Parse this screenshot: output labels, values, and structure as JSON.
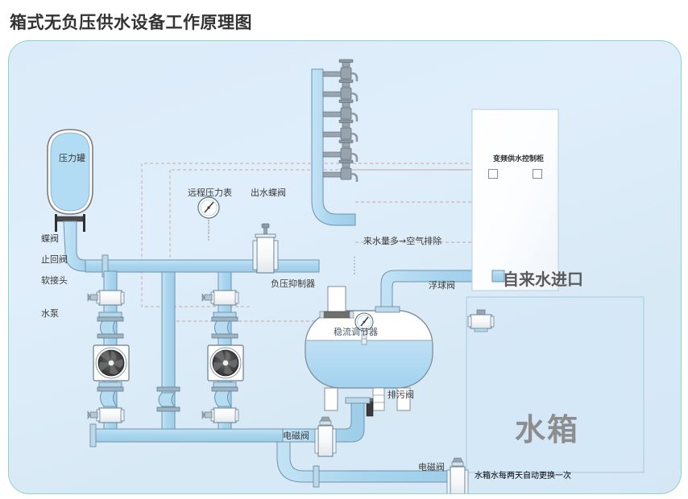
{
  "title": "箱式无负压供水设备工作原理图",
  "colors": {
    "panel_bg": "#dcebf9",
    "panel_border": "#8fd3c8",
    "pipe_fill": "#a9d5ee",
    "pipe_stroke": "#6f93ad",
    "water_fill": "#aedaf2",
    "metal_light": "#fbfcfd",
    "metal_stroke": "#5f7c91",
    "metal_gray": "#8c99a3",
    "dash_line": "#c9a6a6",
    "title_color": "#333333",
    "tank_label": "#8d8d8d",
    "cabinet_fill": "#fdfeff"
  },
  "labels": {
    "pressure_tank": "压力罐",
    "butterfly_valve": "蝶阀",
    "check_valve": "止回阀",
    "flex_joint": "软接头",
    "water_pump": "水泵",
    "remote_gauge": "远程压力表",
    "outlet_butterfly_valve": "出水蝶阀",
    "negative_pressure_suppressor": "负压抑制器",
    "flow_stabilizer": "稳流调节器",
    "air_exhaust_note": "来水量多→空气排除",
    "float_valve": "浮球阀",
    "tap_water_inlet": "自来水进口",
    "blowdown_valve": "排污阀",
    "solenoid_valve_1": "电磁阀",
    "solenoid_valve_2": "电磁阀",
    "water_tank": "水箱",
    "tank_note": "水箱水每两天自动更换一次",
    "control_cabinet": "变频供水控制柜"
  },
  "components": {
    "faucet_count": 6,
    "pump_count": 2,
    "cabinet_indicator_count": 2
  }
}
